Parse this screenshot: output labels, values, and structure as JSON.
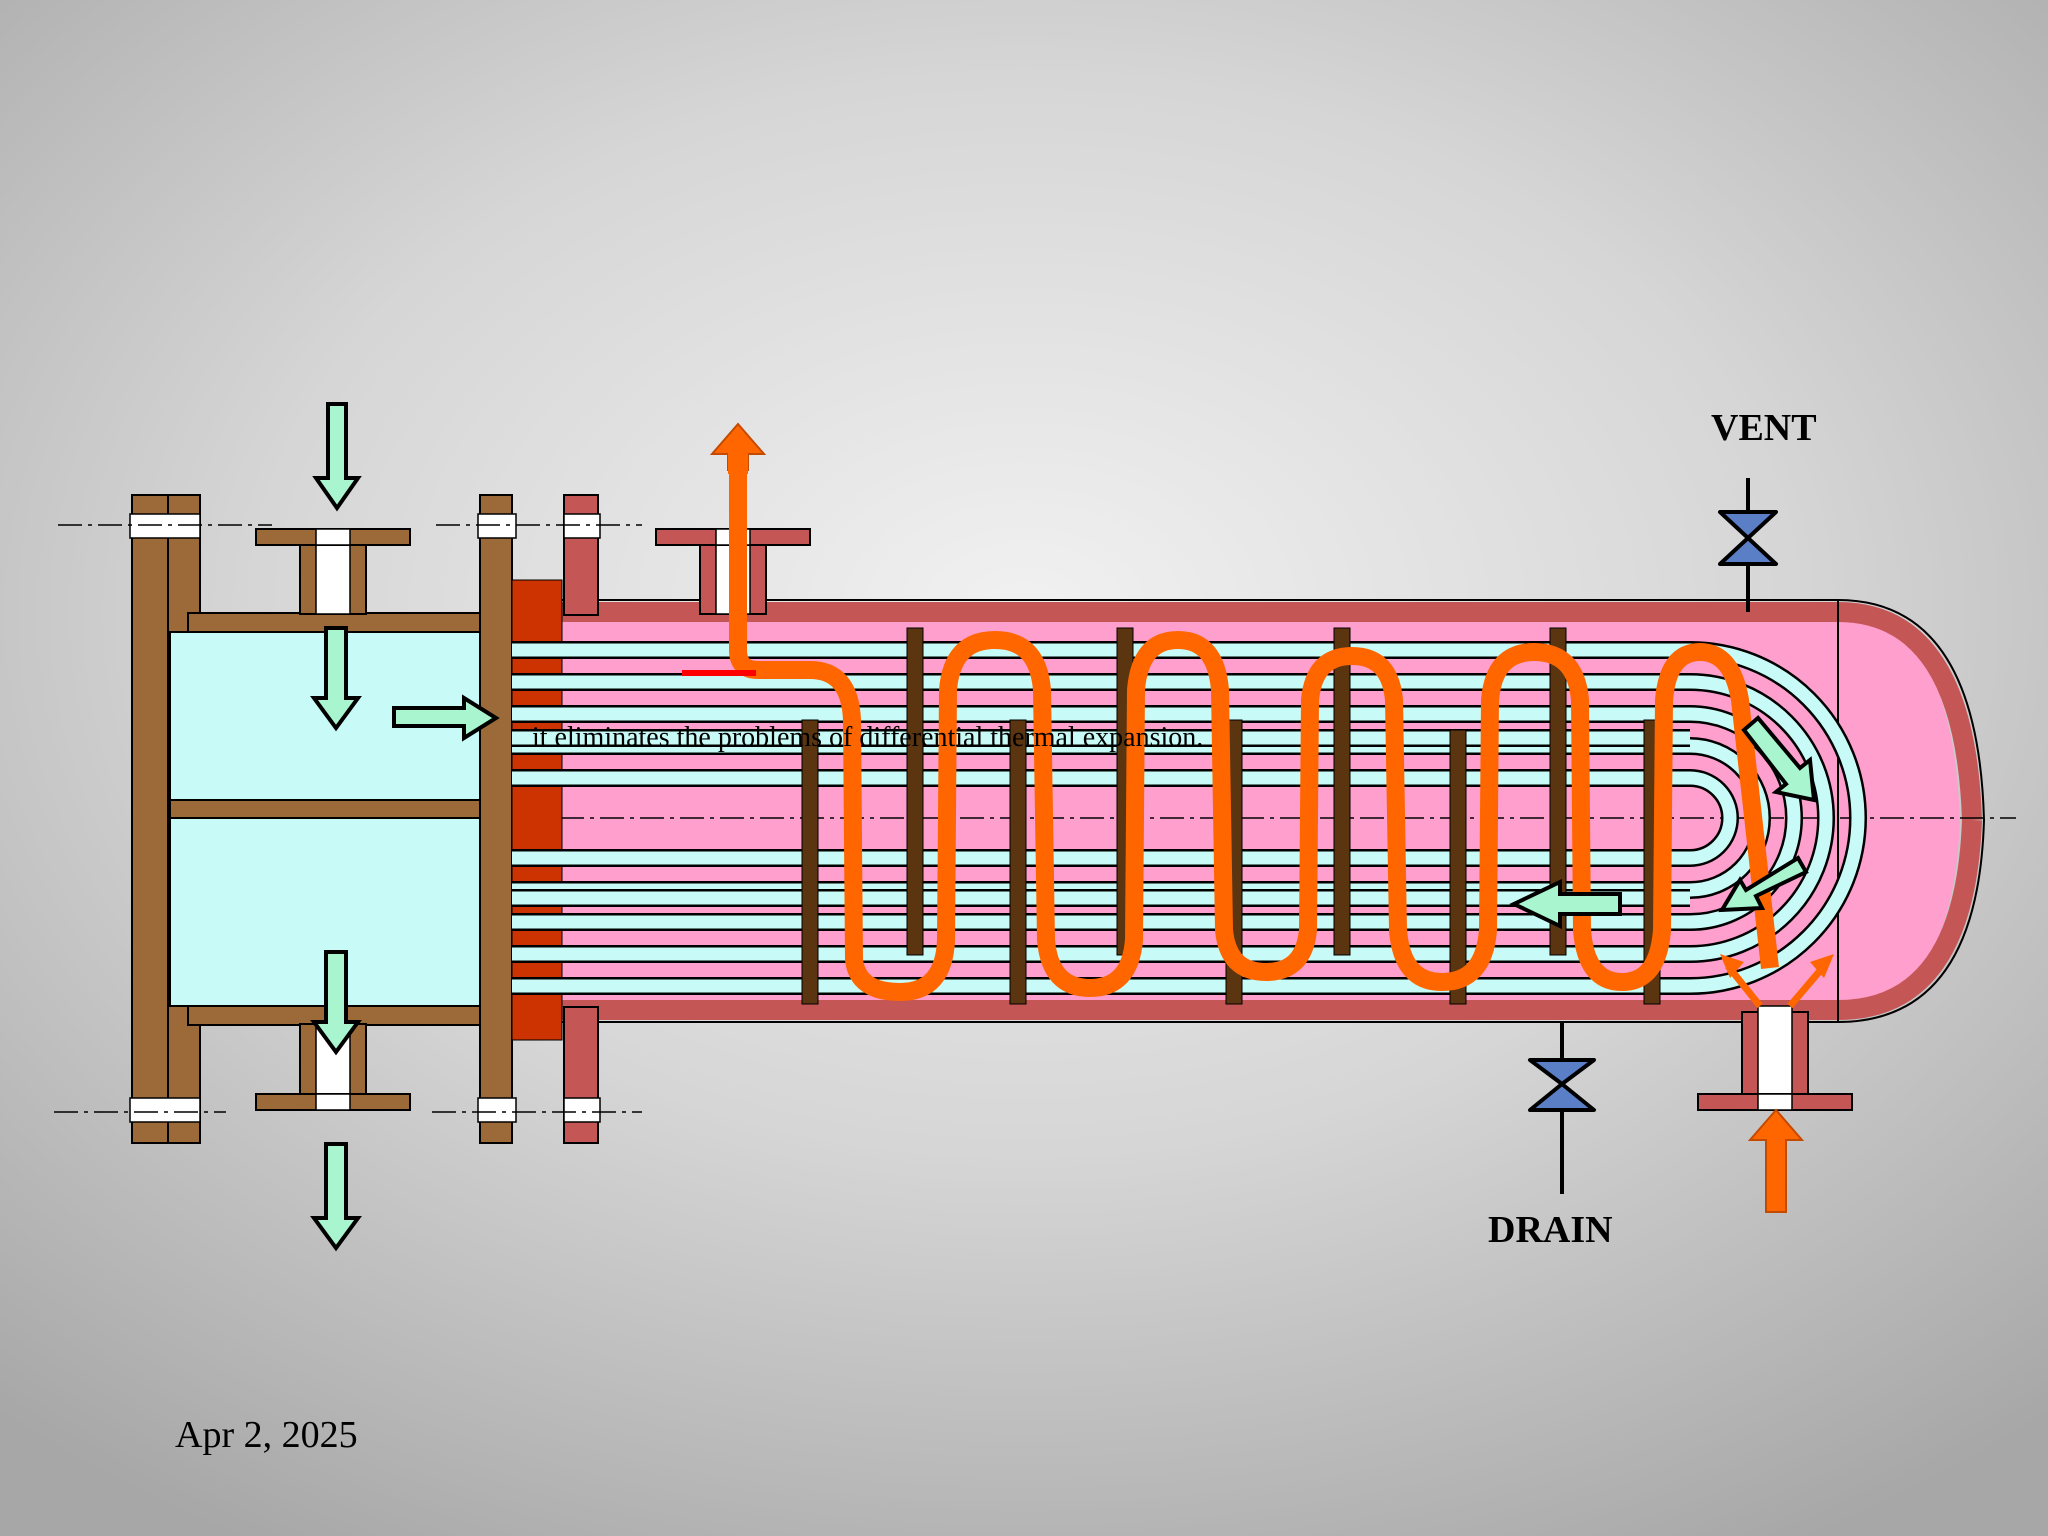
{
  "labels": {
    "vent": "VENT",
    "drain": "DRAIN",
    "caption": "it eliminates the problems of differential thermal expansion.",
    "date": "Apr 2, 2025"
  },
  "colors": {
    "channel_metal": "#9c6a38",
    "tube_side_fluid": "#c8fbf8",
    "shell_metal": "#c55656",
    "shell_fluid": "#ff9fce",
    "tubesheet": "#cc3300",
    "baffle": "#5a3510",
    "shell_flow_path": "#ff6600",
    "tube_flow_arrow": "#a8f5cf",
    "valve": "#5b7fc7"
  }
}
